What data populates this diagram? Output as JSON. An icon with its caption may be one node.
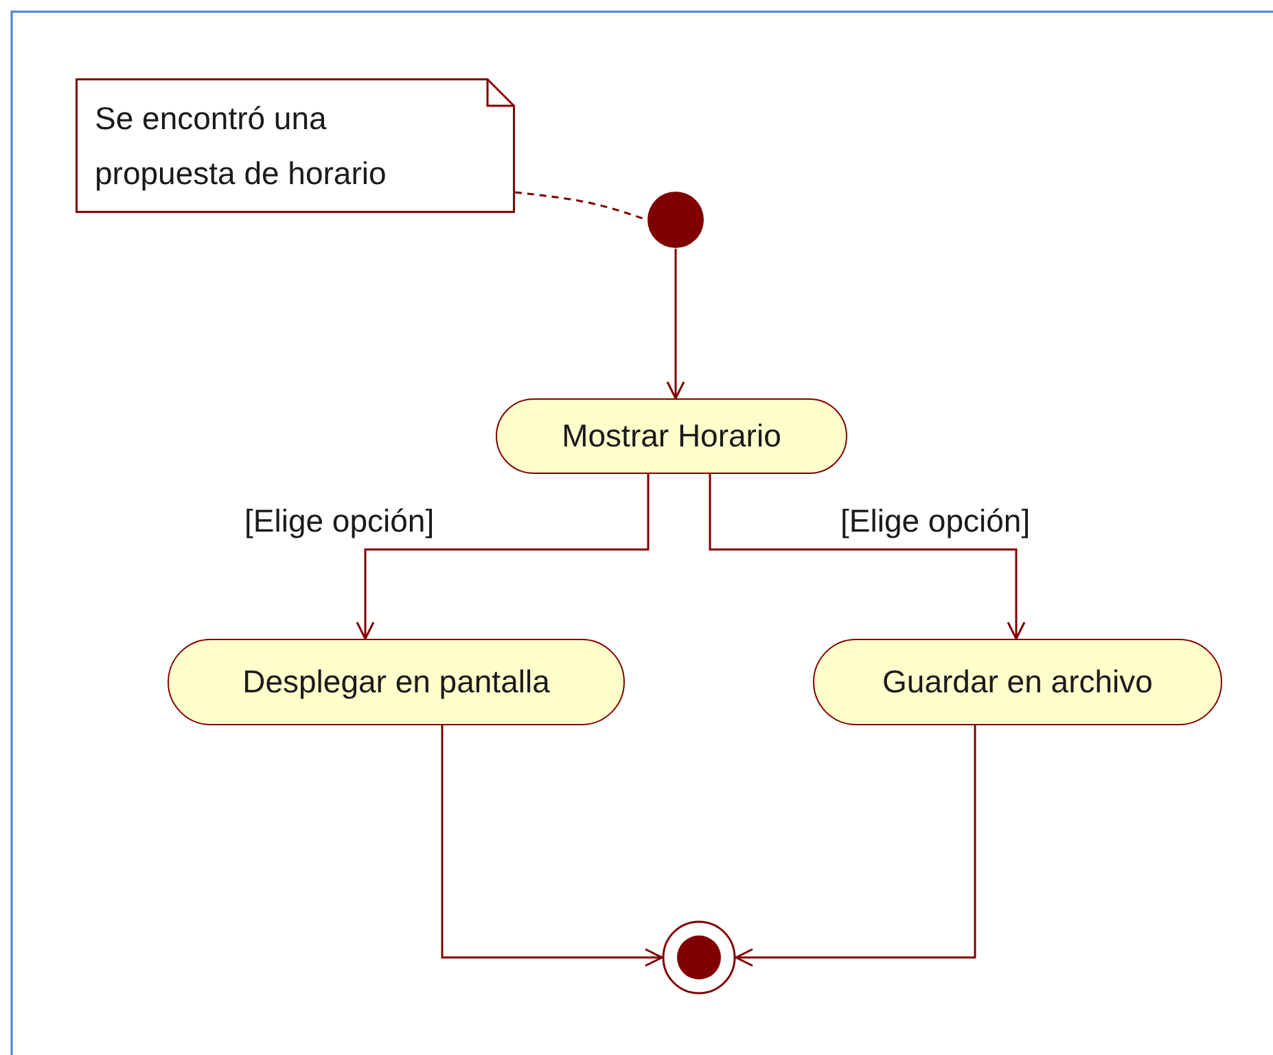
{
  "diagram": {
    "nodes": [
      {
        "text": [
          "Se encontró una propuesta de horario"
        ]
      },
      {
        "text": [],
        "shape": "circle"
      },
      {
        "text": [
          "Mostrar Horario"
        ]
      },
      {
        "text": [
          "Desplegar en pantalla"
        ]
      },
      {
        "text": [
          "Guardar en archivo"
        ]
      },
      {
        "text": [],
        "shape": "bullseye"
      }
    ],
    "edges": [
      {
        "from": 0,
        "to": 1,
        "arrow": "none",
        "style": "dashed"
      },
      {
        "from": 1,
        "to": 2,
        "arrow": "to"
      },
      {
        "from": 2,
        "to": 3,
        "arrow": "to",
        "label": "[Elige opción]"
      },
      {
        "from": 2,
        "to": 4,
        "arrow": "to",
        "label": "[Elige opción]"
      },
      {
        "from": 3,
        "to": 5,
        "arrow": "to"
      },
      {
        "from": 4,
        "to": 5,
        "arrow": "to"
      }
    ]
  }
}
